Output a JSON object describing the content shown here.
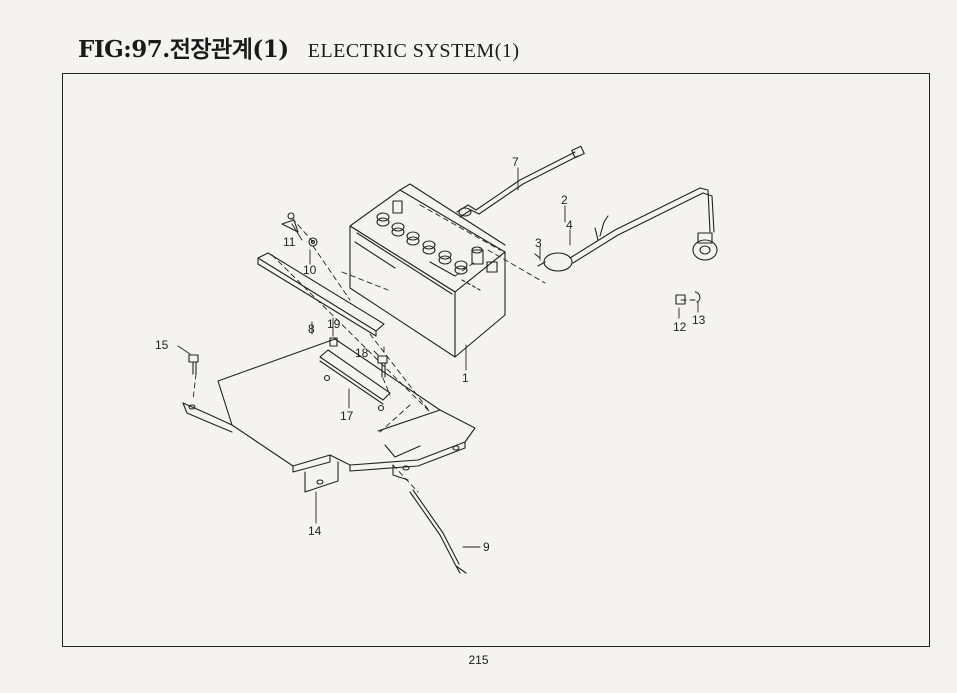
{
  "header": {
    "title": "FIG:97.전장관계(1)",
    "subtitle": "ELECTRIC SYSTEM(1)"
  },
  "callouts": {
    "c1": "1",
    "c2": "2",
    "c3": "3",
    "c4": "4",
    "c7": "7",
    "c8": "8",
    "c9": "9",
    "c10": "10",
    "c11": "11",
    "c12": "12",
    "c13": "13",
    "c14": "14",
    "c15": "15",
    "c17": "17",
    "c18": "18",
    "c19": "19"
  },
  "footer": {
    "page_number": "215"
  }
}
